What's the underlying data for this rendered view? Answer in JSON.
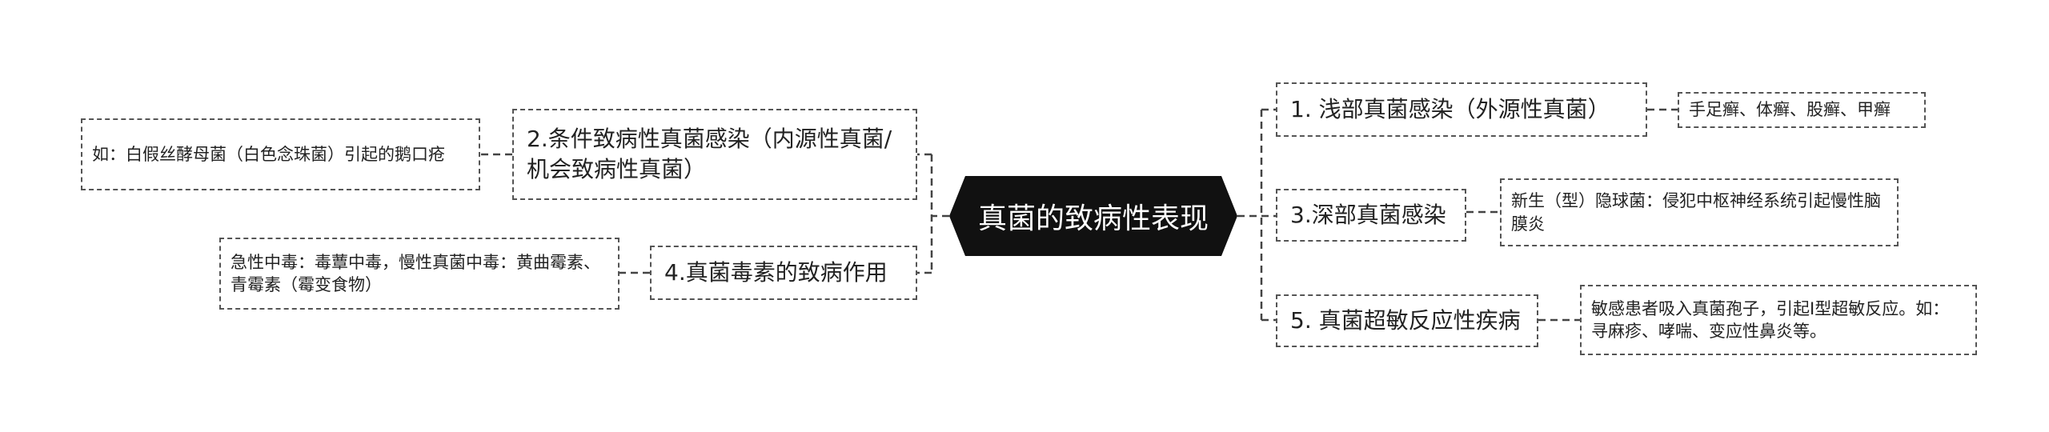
{
  "root": {
    "label": "真菌的致病性表现"
  },
  "right": [
    {
      "label": "1. 浅部真菌感染（外源性真菌）",
      "child": "手足癣、体癣、股癣、甲癣"
    },
    {
      "label": "3.深部真菌感染",
      "child": "新生（型）隐球菌：侵犯中枢神经系统引起慢性脑膜炎"
    },
    {
      "label": "5. 真菌超敏反应性疾病",
      "child": "敏感患者吸入真菌孢子，引起Ⅰ型超敏反应。如：寻麻疹、哮喘、变应性鼻炎等。"
    }
  ],
  "left": [
    {
      "label": "2.条件致病性真菌感染（内源性真菌/机会致病性真菌）",
      "child": "如：白假丝酵母菌（白色念珠菌）引起的鹅口疮"
    },
    {
      "label": "4.真菌毒素的致病作用",
      "child": "急性中毒：毒蕈中毒，慢性真菌中毒：黄曲霉素、青霉素（霉变食物）"
    }
  ],
  "colors": {
    "root_fill": "#111111",
    "root_text": "#ffffff",
    "connector": "#444444",
    "border": "#555555"
  }
}
